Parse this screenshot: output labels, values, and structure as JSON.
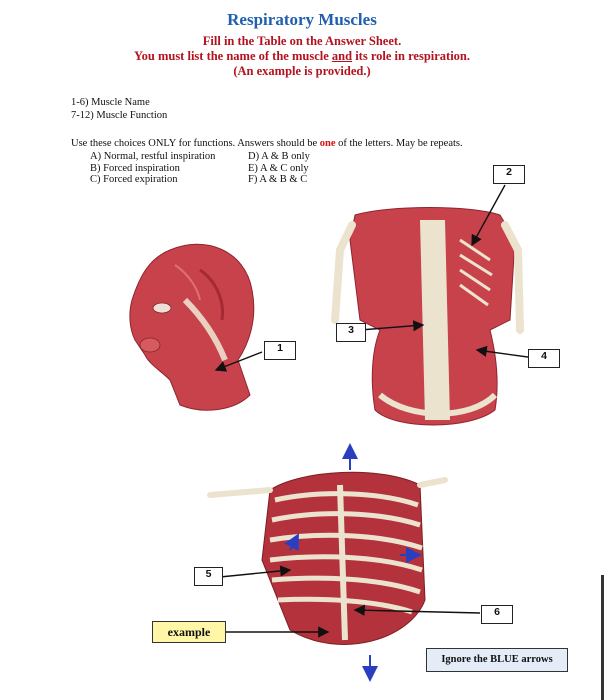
{
  "header": {
    "title": "Respiratory Muscles",
    "line1": "Fill in the Table on the Answer Sheet.",
    "line2_pre": "You must list the name of the muscle ",
    "line2_and": "and",
    "line2_post": " its role in respiration.",
    "line3": "(An example is provided.)"
  },
  "instructions": {
    "items": [
      "1-6) Muscle Name",
      "7-12) Muscle Function"
    ],
    "choices_pre": "Use these choices ONLY for functions. Answers should be ",
    "choices_one": "one",
    "choices_post": " of the letters.  May be repeats."
  },
  "choices": {
    "left": [
      "A) Normal, restful inspiration",
      "B) Forced inspiration",
      "C) Forced expiration"
    ],
    "right": [
      "D) A & B only",
      "E) A & C only",
      "F) A & B & C"
    ]
  },
  "labels": {
    "n1": "1",
    "n2": "2",
    "n3": "3",
    "n4": "4",
    "n5": "5",
    "n6": "6",
    "example": "example",
    "ignore": "Ignore the BLUE arrows"
  },
  "colors": {
    "title": "#1f5fb0",
    "subtitle": "#b3121e",
    "muscle": "#c8404a",
    "bone": "#ece3cf",
    "blue_arrow": "#2a3fbf"
  }
}
